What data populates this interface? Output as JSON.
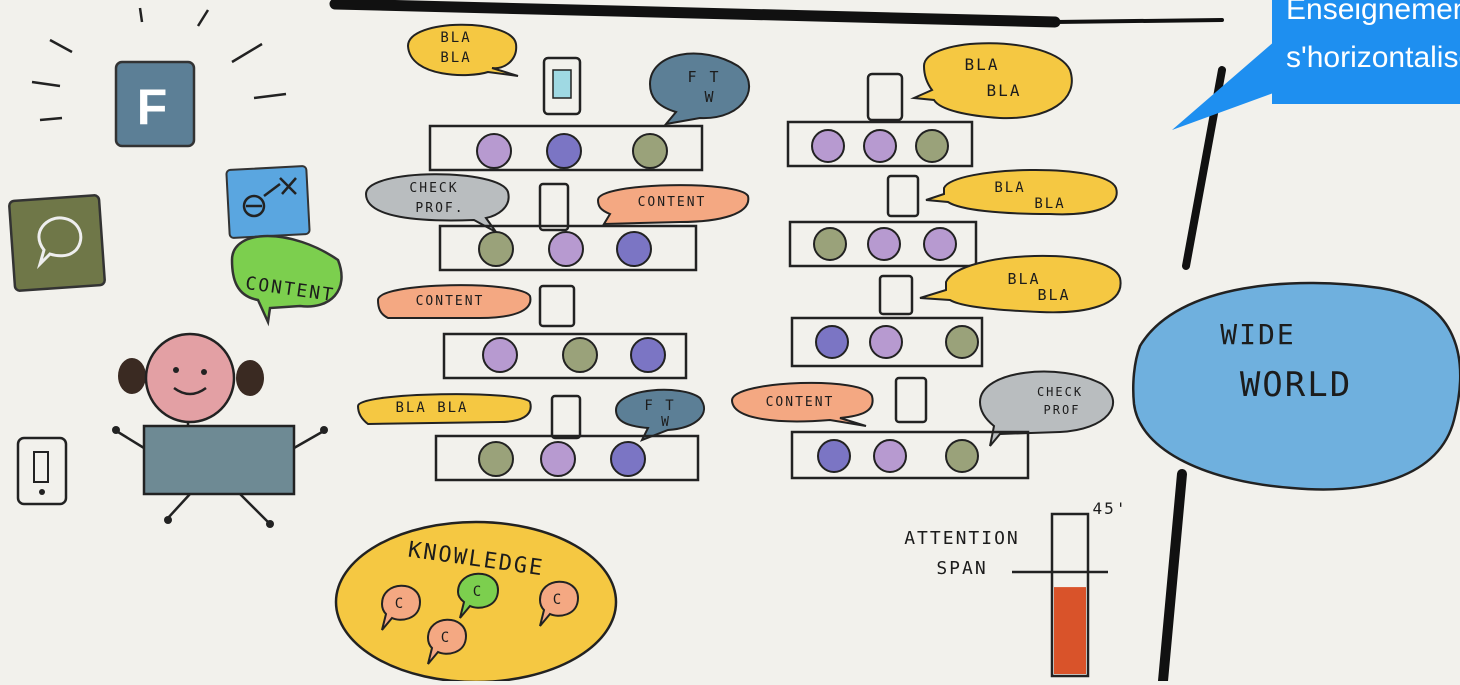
{
  "callout": {
    "line1": "Enseignement",
    "line2": "s'horizontaliser"
  },
  "bubbles": {
    "bla": "BLA",
    "bla_bla": "BLA BLA",
    "ftw_ft": "F T",
    "ftw_w": "W",
    "check": "CHECK",
    "prof": "PROF.",
    "prof_nodot": "PROF",
    "content": "CONTENT"
  },
  "knowledge": {
    "label": "KNOWLEDGE",
    "bubble_letter": "C"
  },
  "world": {
    "line1": "WIDE",
    "line2": "WORLD"
  },
  "attention": {
    "line1": "ATTENTION",
    "line2": "SPAN",
    "minutes": "45'",
    "level": 0.55
  },
  "icons": {
    "facebook_letter": "F"
  },
  "colors": {
    "callout": "#1e8ff0",
    "yellow": "#f5c842",
    "green": "#7ccf4e",
    "salmon": "#f4a882",
    "slate": "#5c7f96",
    "grey": "#b9bdbf",
    "purple": "#b79ad0",
    "indigo": "#7b75c4",
    "olive": "#9aa27a",
    "world": "#6fb0de",
    "attention": "#d9532a"
  }
}
